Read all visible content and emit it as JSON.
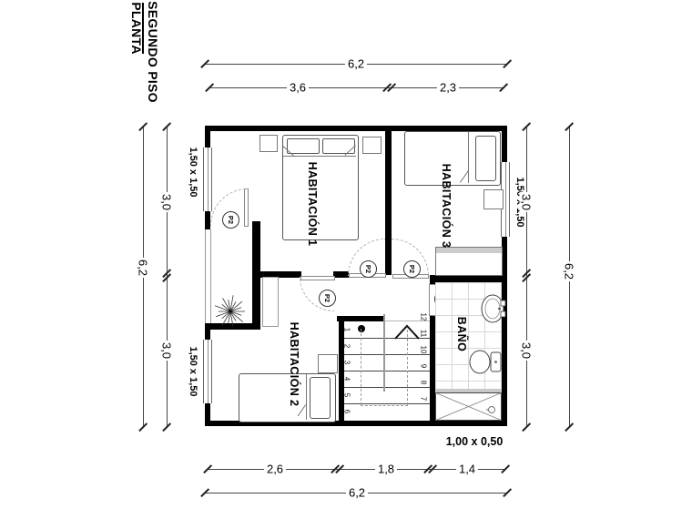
{
  "title": {
    "line1": "PLANTA",
    "line2": "SEGUNDO PISO"
  },
  "dimensions": {
    "top": {
      "total": "6,2",
      "segments": [
        "3,6",
        "2,3"
      ]
    },
    "bottom": {
      "total": "6,2",
      "segments": [
        "2,6",
        "1,8",
        "1,4"
      ]
    },
    "left": {
      "total": "6,2",
      "segments": [
        "3,0",
        "3,0"
      ]
    },
    "right": {
      "total": "6,2",
      "segments": [
        "3,0",
        "3,0"
      ]
    }
  },
  "windows": {
    "label": "1,50 x 1,50"
  },
  "rooms": {
    "bedroom1": "HABITACIÓN 1",
    "bedroom2": "HABITACIÓN 2",
    "bedroom3": "HABITACIÓN 3",
    "bathroom": "BAÑO"
  },
  "doors": {
    "label": "P2"
  },
  "stairs": {
    "left_numbers": [
      "1",
      "2",
      "3",
      "4",
      "5",
      "6"
    ],
    "right_numbers": [
      "12",
      "11",
      "10",
      "9",
      "8",
      "7"
    ]
  },
  "shower": {
    "label": "1,00 x 0,50"
  },
  "colors": {
    "walls": "#000000",
    "background": "#ffffff"
  }
}
